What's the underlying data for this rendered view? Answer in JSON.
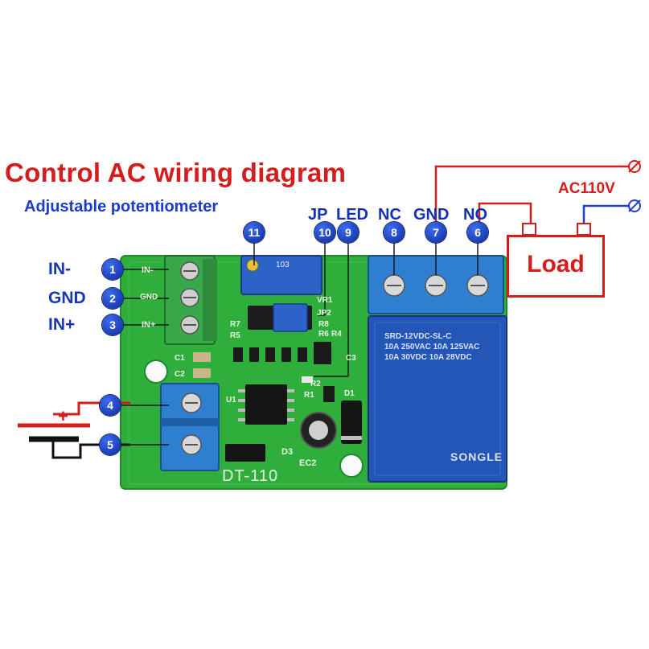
{
  "diagram": {
    "title": "Control AC wiring diagram",
    "subtitle": "Adjustable potentiometer",
    "ac_label": "AC110V",
    "load_label": "Load",
    "board_label": "DT-110",
    "relay": {
      "lines": [
        "SRD-12VDC-SL-C",
        "10A 250VAC 10A 125VAC",
        "10A 30VDC 10A 28VDC"
      ],
      "brand": "SONGLE"
    },
    "pot_marking": "103",
    "pcb_marks": [
      "IN-",
      "GND",
      "IN+",
      "C1",
      "C2",
      "U1",
      "R7",
      "R5",
      "VR1",
      "JP2",
      "R8",
      "R6",
      "R4",
      "R1",
      "R2",
      "C3",
      "D3",
      "EC2",
      "D1"
    ],
    "polarity": {
      "plus": "+"
    },
    "left_labels": [
      {
        "id": "1",
        "text": "IN-"
      },
      {
        "id": "2",
        "text": "GND"
      },
      {
        "id": "3",
        "text": "IN+"
      }
    ],
    "top_labels": [
      {
        "id": "10",
        "text": "JP"
      },
      {
        "id": "9",
        "text": "LED"
      },
      {
        "id": "8",
        "text": "NC"
      },
      {
        "id": "7",
        "text": "GND"
      },
      {
        "id": "6",
        "text": "NO"
      }
    ],
    "badges": [
      "1",
      "2",
      "3",
      "4",
      "5",
      "6",
      "7",
      "8",
      "9",
      "10",
      "11"
    ],
    "colors": {
      "title_red": "#d41d1d",
      "label_blue": "#1936b8",
      "pcb_green": "#2fae3c",
      "terminal_blue": "#2f7fd0",
      "relay_blue": "#2456b8",
      "wire_red": "#d41d1d",
      "wire_blue": "#1f3fd0",
      "wire_black": "#111111"
    },
    "icons": [
      "terminal-block-icon",
      "relay-icon",
      "potentiometer-icon",
      "battery-icon",
      "ground-symbol-icon"
    ]
  }
}
